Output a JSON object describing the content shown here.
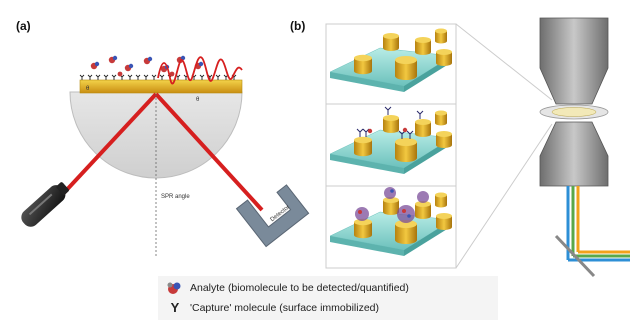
{
  "panels": {
    "a_label": "(a)",
    "b_label": "(b)"
  },
  "panel_a": {
    "metal_label_left": "θ",
    "metal_label_right": "θ",
    "angle_label": "SPR angle",
    "detector_label": "Detector"
  },
  "legend": {
    "analyte_text": "Analyte (biomolecule to be detected/quantified)",
    "capture_symbol": "Y",
    "capture_text": "'Capture' molecule (surface immobilized)"
  },
  "colors": {
    "gold": "#e6c21a",
    "laser_red": "#d61f1f",
    "prism_gray": "#d7d7d7",
    "substrate_teal": "#8fd3cf",
    "pillar_gold": "#d9a521",
    "lens_gray": "#9a9a9a",
    "beam_blue": "#2d8fd6",
    "beam_orange": "#f2a21b",
    "beam_green": "#5aa84a"
  }
}
